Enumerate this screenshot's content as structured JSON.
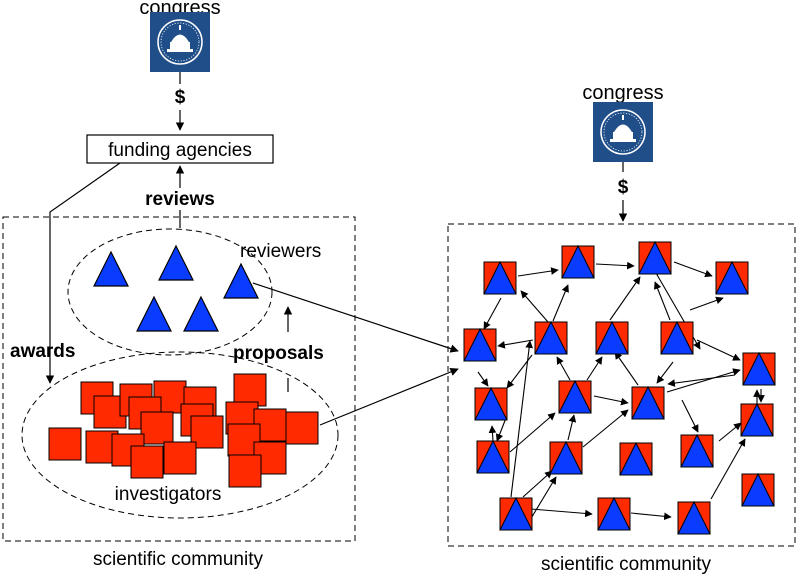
{
  "left": {
    "congress_label": "congress",
    "money_label": "$",
    "funding_agencies_label": "funding agencies",
    "reviews_label": "reviews",
    "reviewers_label": "reviewers",
    "awards_label": "awards",
    "proposals_label": "proposals",
    "investigators_label": "investigators",
    "community_label": "scientific community"
  },
  "right": {
    "congress_label": "congress",
    "money_label": "$",
    "community_label": "scientific community"
  },
  "colors": {
    "investigator_red": "#ff2a00",
    "reviewer_blue": "#0a3cff",
    "seal_navy": "#1f4e89",
    "line": "#000000"
  },
  "icons": {
    "congress_seal": "capitol-dome-seal-icon",
    "reviewer": "blue-triangle-icon",
    "investigator": "red-square-icon",
    "hybrid_member": "red-square-blue-triangle-icon"
  }
}
